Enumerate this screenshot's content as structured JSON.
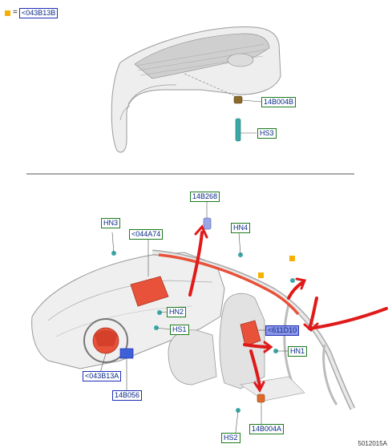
{
  "legend": {
    "equals": "=",
    "code": "<043B13B"
  },
  "labels": {
    "top_14B004B": "14B004B",
    "top_HS3": "HS3",
    "b_14B268": "14B268",
    "b_HN3": "HN3",
    "b_044A74": "<044A74",
    "b_HN4": "HN4",
    "b_HN2": "HN2",
    "b_HS1": "HS1",
    "b_611D10": "<611D10",
    "b_HN1": "HN1",
    "b_043B13A": "<043B13A",
    "b_14B056": "14B056",
    "b_HS2": "HS2",
    "b_14B004A": "14B004A"
  },
  "footer": {
    "ref": "5012015A"
  },
  "colors": {
    "airbag": "#e8523a",
    "arrow": "#e01a1a",
    "connector": "#3aa8a8",
    "legend": "#f5b000",
    "module_blue": "#4060d8"
  }
}
